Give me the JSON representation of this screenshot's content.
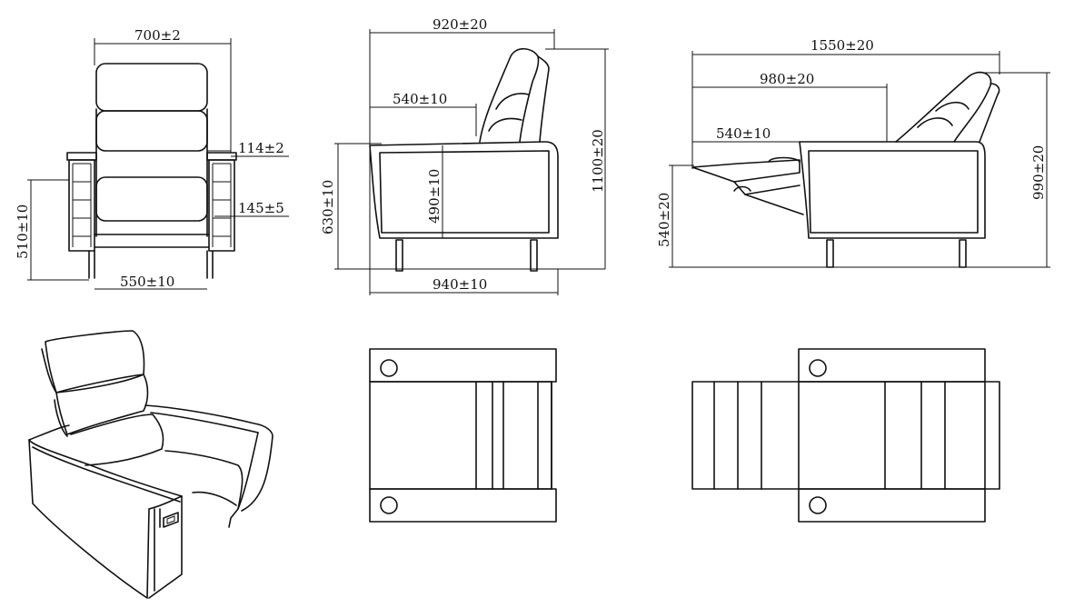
{
  "front_view": {
    "overall_width": "700±2",
    "armrest_width": "114±2",
    "arm_depth": "145±5",
    "seat_height": "510±10",
    "seat_width": "550±10"
  },
  "side_view": {
    "upright_depth": "920±20",
    "seat_depth": "540±10",
    "arm_height": "630±10",
    "inner_height": "490±10",
    "back_height": "1100±20",
    "base_depth": "940±10"
  },
  "reclined_view": {
    "extended_depth": "1550±20",
    "back_extension": "980±20",
    "legrest_depth": "540±10",
    "legrest_height": "540±20",
    "reclined_height": "990±20"
  },
  "colors": {
    "line": "#111111",
    "background": "#ffffff"
  }
}
